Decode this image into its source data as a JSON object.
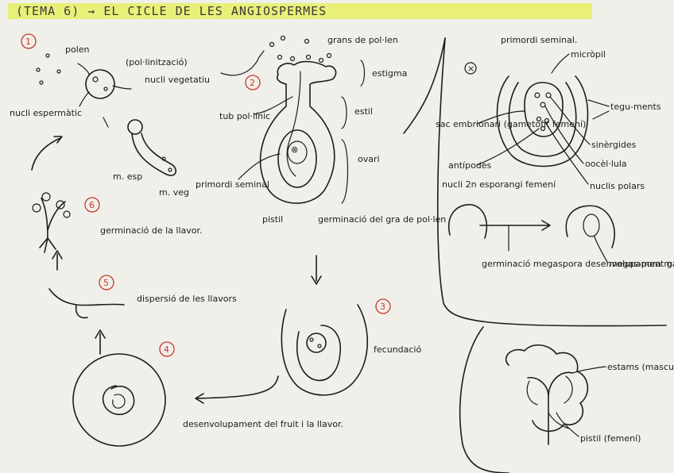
{
  "title": "(TEMA 6) → EL CICLE DE LES ANGIOSPERMES",
  "colors": {
    "highlight": "#e6f064",
    "ink": "#1d1d1f",
    "step_number": "#c8382e",
    "paper": "#f1efea"
  },
  "steps": [
    "1",
    "2",
    "3",
    "4",
    "5",
    "6"
  ],
  "labels": {
    "polen": "polen",
    "pollinitzacio": "(pol·linització)",
    "nucli_vegetatiu": "nucli vegetatiu",
    "nucli_espermatic": "nucli espermàtic",
    "m_esp": "m. esp",
    "m_veg": "m. veg",
    "grans_de_polen": "grans de pol·len",
    "estigma": "estigma",
    "estil": "estil",
    "ovari": "ovari",
    "tub_polinic": "tub pol·línic",
    "primordi_seminal_left": "primordi seminal",
    "pistil_left": "pistil",
    "germinacio_gra_polen": "germinació del gra de pol·len",
    "fecundacio": "fecundació",
    "desenvolupament_fruit": "desenvolupament del fruit i la llavor.",
    "dispersio": "dispersió de les llavors",
    "germinacio_llavor": "germinació de la llavor.",
    "primordi_seminal_right": "primordi seminal.",
    "micropil": "micròpil",
    "sac_embrionari": "sac embrionari (gametòfit femení)",
    "antipodes": "antípodes",
    "tegumenta": "tegu-ments",
    "sinergides": "sinèrgides",
    "oocel_lula": "oocèl·lula",
    "nuclis_polars": "nuclis polars",
    "nucli_2n": "nucli 2n esporangi femení",
    "germinacio_megaspora": "germinació megaspora desenvolupament gametòfit m.",
    "megaspora": "megas-pora m.",
    "estams": "estams (masculí)",
    "pistil_right": "pistil (femení)"
  }
}
